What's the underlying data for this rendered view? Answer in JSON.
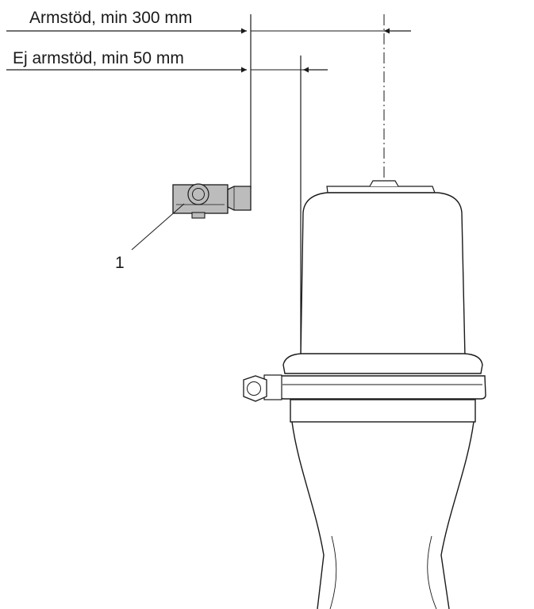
{
  "dimensions": {
    "armrest": "Armstöd, min 300 mm",
    "no_armrest": "Ej armstöd, min 50 mm"
  },
  "callouts": {
    "bracket": "1"
  },
  "colors": {
    "line": "#1a1a1a",
    "part_fill": "#bcbcbc",
    "background": "#ffffff"
  }
}
